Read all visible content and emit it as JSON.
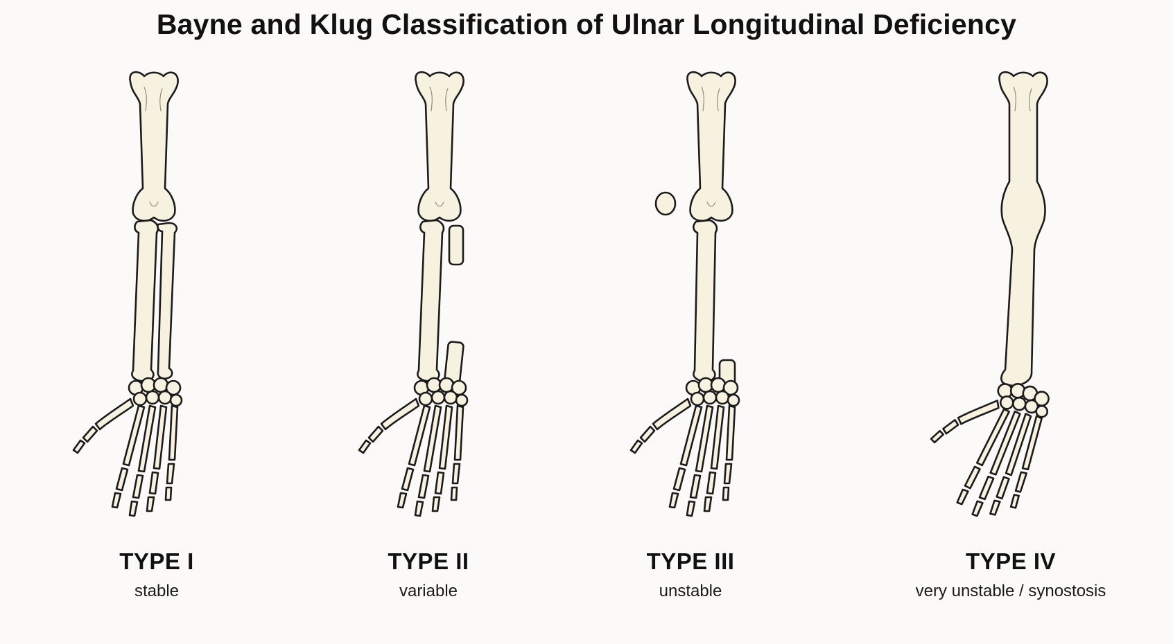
{
  "title": "Bayne and Klug Classification of Ulnar Longitudinal Deficiency",
  "colors": {
    "bone_fill": "#f7f1df",
    "outline": "#1b1b1b",
    "background": "#fbfaf8"
  },
  "types": [
    {
      "label": "TYPE I",
      "description": "stable"
    },
    {
      "label": "TYPE II",
      "description": "variable"
    },
    {
      "label": "TYPE III",
      "description": "unstable"
    },
    {
      "label": "TYPE IV",
      "description": "very unstable / synostosis"
    }
  ]
}
